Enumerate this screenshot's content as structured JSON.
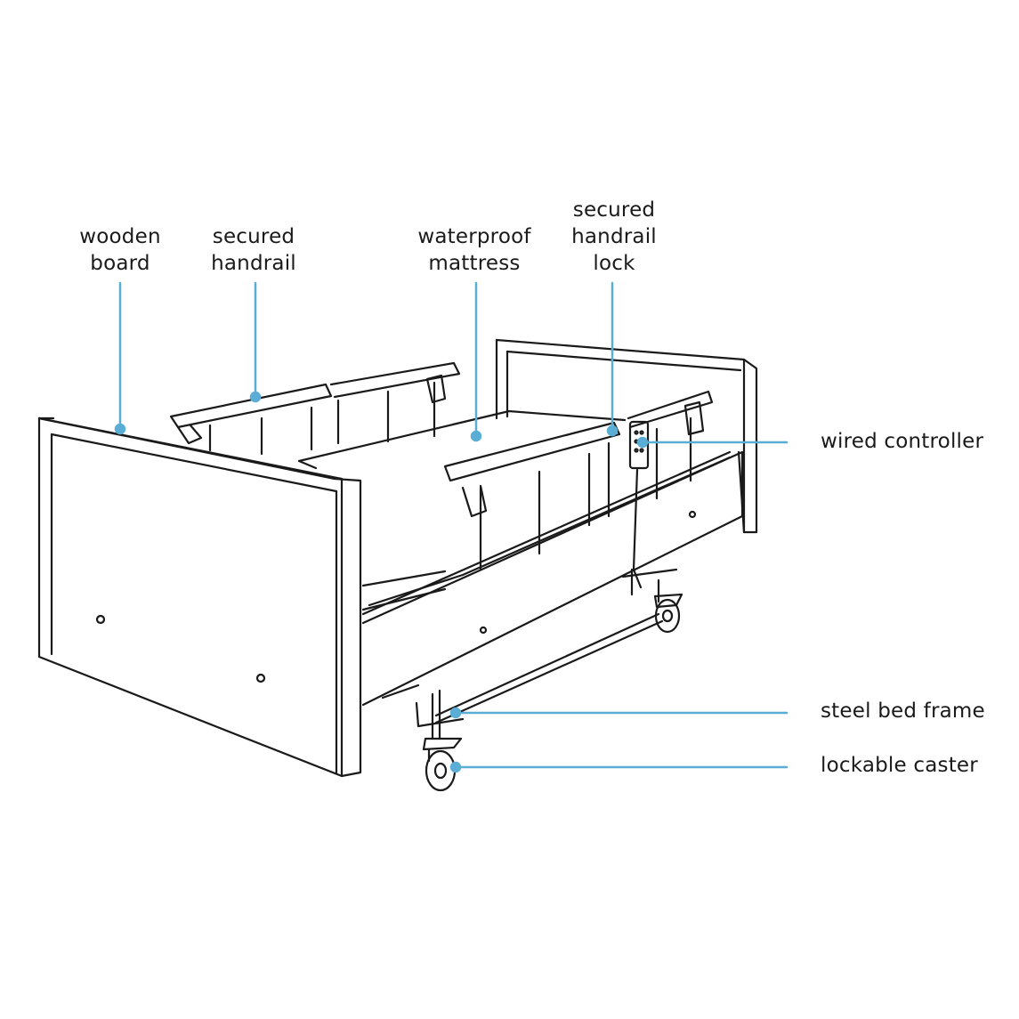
{
  "callouts": {
    "wooden_board": {
      "line1": "wooden",
      "line2": "board"
    },
    "secured_handrail": {
      "line1": "secured",
      "line2": "handrail"
    },
    "waterproof_mattress": {
      "line1": "waterproof",
      "line2": "mattress"
    },
    "secured_handrail_lock": {
      "line1": "secured",
      "line2": "handrail",
      "line3": "lock"
    },
    "wired_controller": {
      "text": "wired controller"
    },
    "steel_bed_frame": {
      "text": "steel bed frame"
    },
    "lockable_caster": {
      "text": "lockable caster"
    }
  },
  "colors": {
    "leader_line": "#5aaed6",
    "drawing_stroke": "#1a1a1a",
    "background": "#ffffff"
  }
}
